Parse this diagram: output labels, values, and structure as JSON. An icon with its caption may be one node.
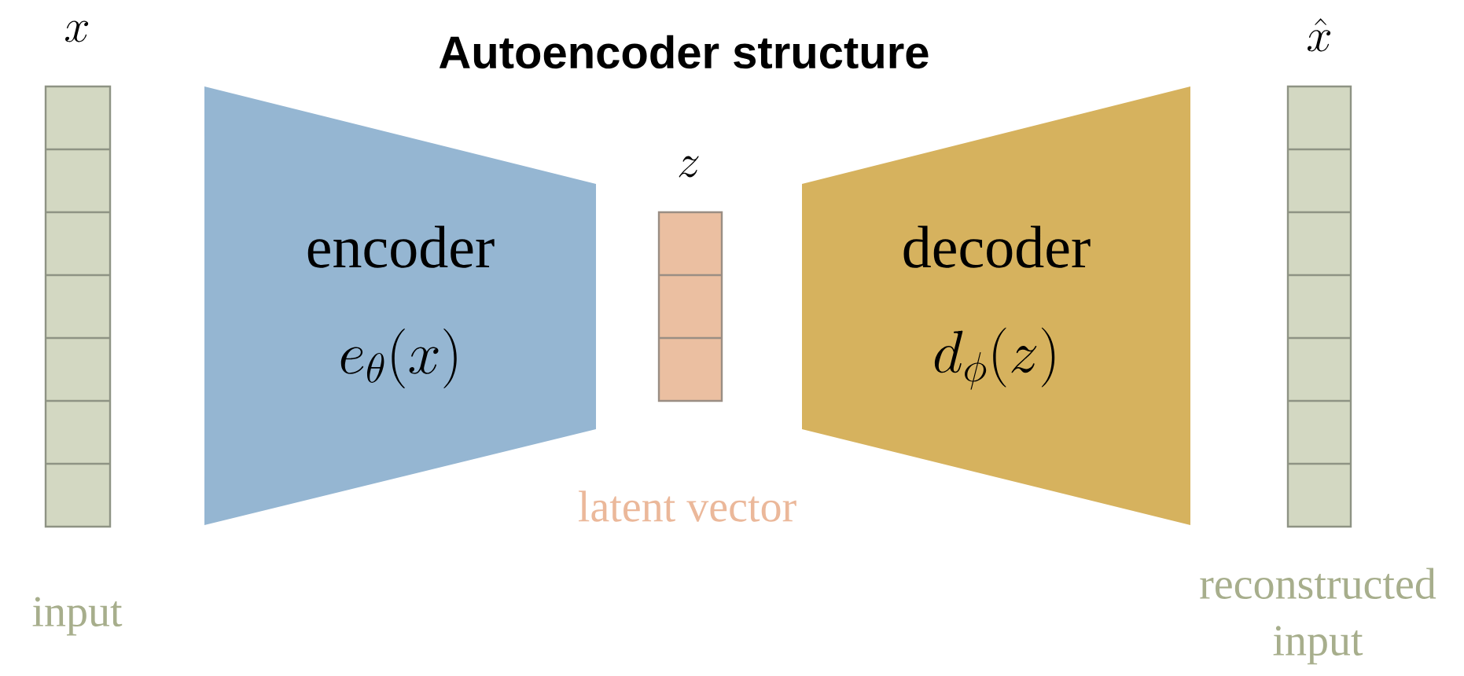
{
  "diagram": {
    "title": "Autoencoder structure",
    "nodes": [
      {
        "text": [
          "x"
        ],
        "beside": [
          "input"
        ]
      },
      {
        "text": [
          "encoder",
          "e_\\theta(x)"
        ]
      },
      {
        "text": [
          "z"
        ]
      },
      {
        "text": [
          "decoder",
          "d_\\phi(z)"
        ]
      },
      {
        "text": [
          "\\hat{x}"
        ],
        "beside": [
          "reconstructed input"
        ]
      }
    ],
    "labels": [
      "latent vector"
    ]
  }
}
